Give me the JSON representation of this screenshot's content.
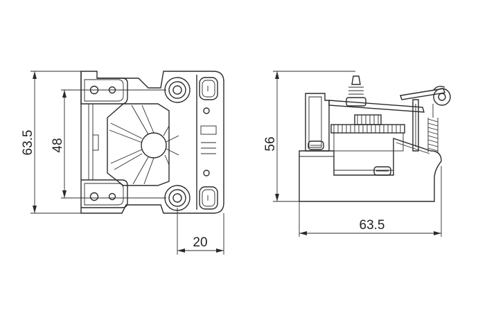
{
  "drawing": {
    "front_view": {
      "dim_overall_height": "63.5",
      "dim_hole_spacing": "48",
      "dim_offset": "20"
    },
    "side_view": {
      "dim_height": "56",
      "dim_width": "63.5"
    },
    "line_color": "#2a2a2a",
    "background": "#ffffff"
  }
}
